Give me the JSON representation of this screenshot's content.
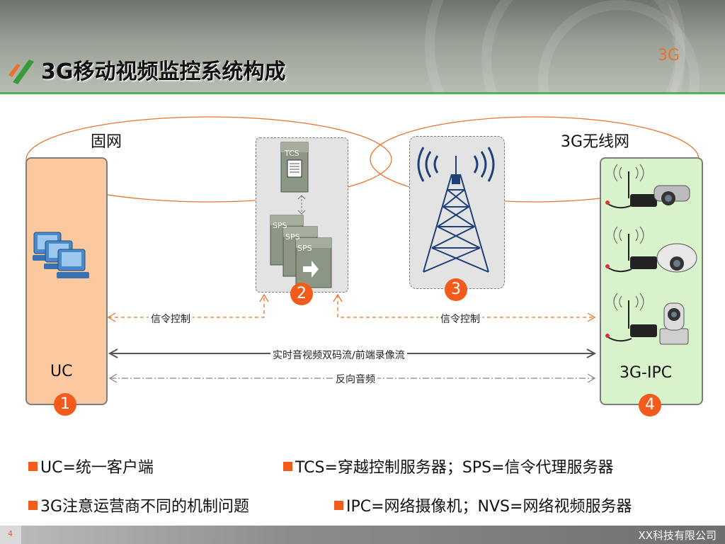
{
  "slide": {
    "title": "3G移动视频监控系统构成",
    "corner_tag": "3G",
    "page_number": "4",
    "company": "XX科技有限公司"
  },
  "diagram": {
    "networks": {
      "fixed": "固网",
      "wireless": "3G无线网"
    },
    "nodes": {
      "uc": {
        "label": "UC",
        "badge": "1"
      },
      "servers": {
        "badge": "2",
        "tcs": "TCS",
        "sps": "SPS"
      },
      "tower": {
        "badge": "3"
      },
      "ipc": {
        "label": "3G-IPC",
        "badge": "4"
      }
    },
    "flows": {
      "signal_left": "信令控制",
      "signal_right": "信令控制",
      "stream": "实时音视频双码流/前端录像流",
      "reverse_audio": "反向音频"
    }
  },
  "notes": {
    "uc": "UC=统一客户端",
    "tcs_sps": "TCS=穿越控制服务器；SPS=信令代理服务器",
    "carrier": "3G注意运营商不同的机制问题",
    "ipc_nvs": "IPC=网络摄像机；NVS=网络视频服务器"
  },
  "colors": {
    "accent": "#f35b1c",
    "uc_box": "#fbc8a0",
    "ipc_box": "#d8f2cc",
    "cloud_outline": "#e8742c",
    "header_rule": "#54b35a"
  }
}
